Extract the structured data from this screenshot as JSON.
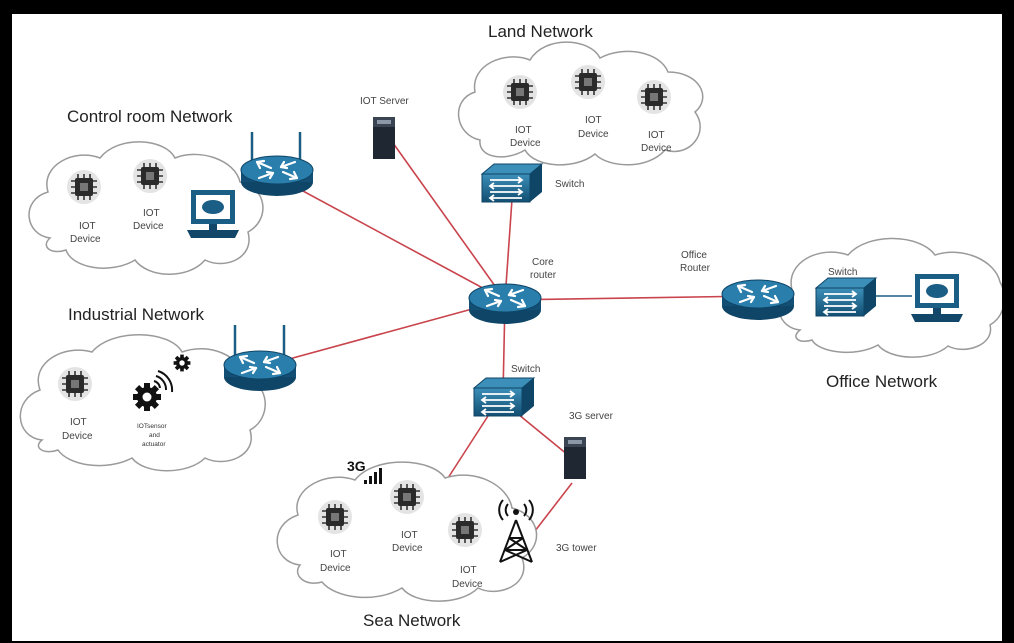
{
  "networks": {
    "land": "Land Network",
    "control_room": "Control room Network",
    "industrial": "Industrial Network",
    "office": "Office Network",
    "sea": "Sea Network"
  },
  "labels": {
    "iot_server": "IOT Server",
    "switch_land": "Switch",
    "core_router_1": "Core",
    "core_router_2": "router",
    "office_router_1": "Office",
    "office_router_2": "Router",
    "switch_office": "Switch",
    "switch_sea": "Switch",
    "server_3g": "3G server",
    "tower_3g": "3G tower",
    "badge_3g": "3G",
    "iot_1": "IOT",
    "iot_2": "Device",
    "sensor_1": "IOTsensor",
    "sensor_2": "and",
    "sensor_3": "actuator"
  },
  "colors": {
    "link": "#c9444c",
    "device_blue": "#1b5e85",
    "cloud_stroke": "#9a9a9a"
  }
}
